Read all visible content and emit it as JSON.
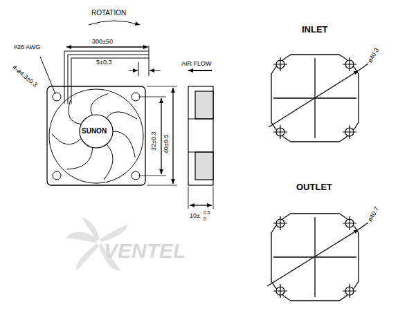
{
  "diagram": {
    "labels": [
      "ROTATION",
      "#26 AWG",
      "300±50",
      "4-ø4.3±0.3",
      "5±0.3",
      "AIR FLOW",
      "SUNON",
      "32±0.3",
      "40±0.5",
      "10±",
      "0.5",
      "0",
      "INLET",
      "ø40.3",
      "OUTLET",
      "ø40.7",
      "VENTEL"
    ]
  }
}
